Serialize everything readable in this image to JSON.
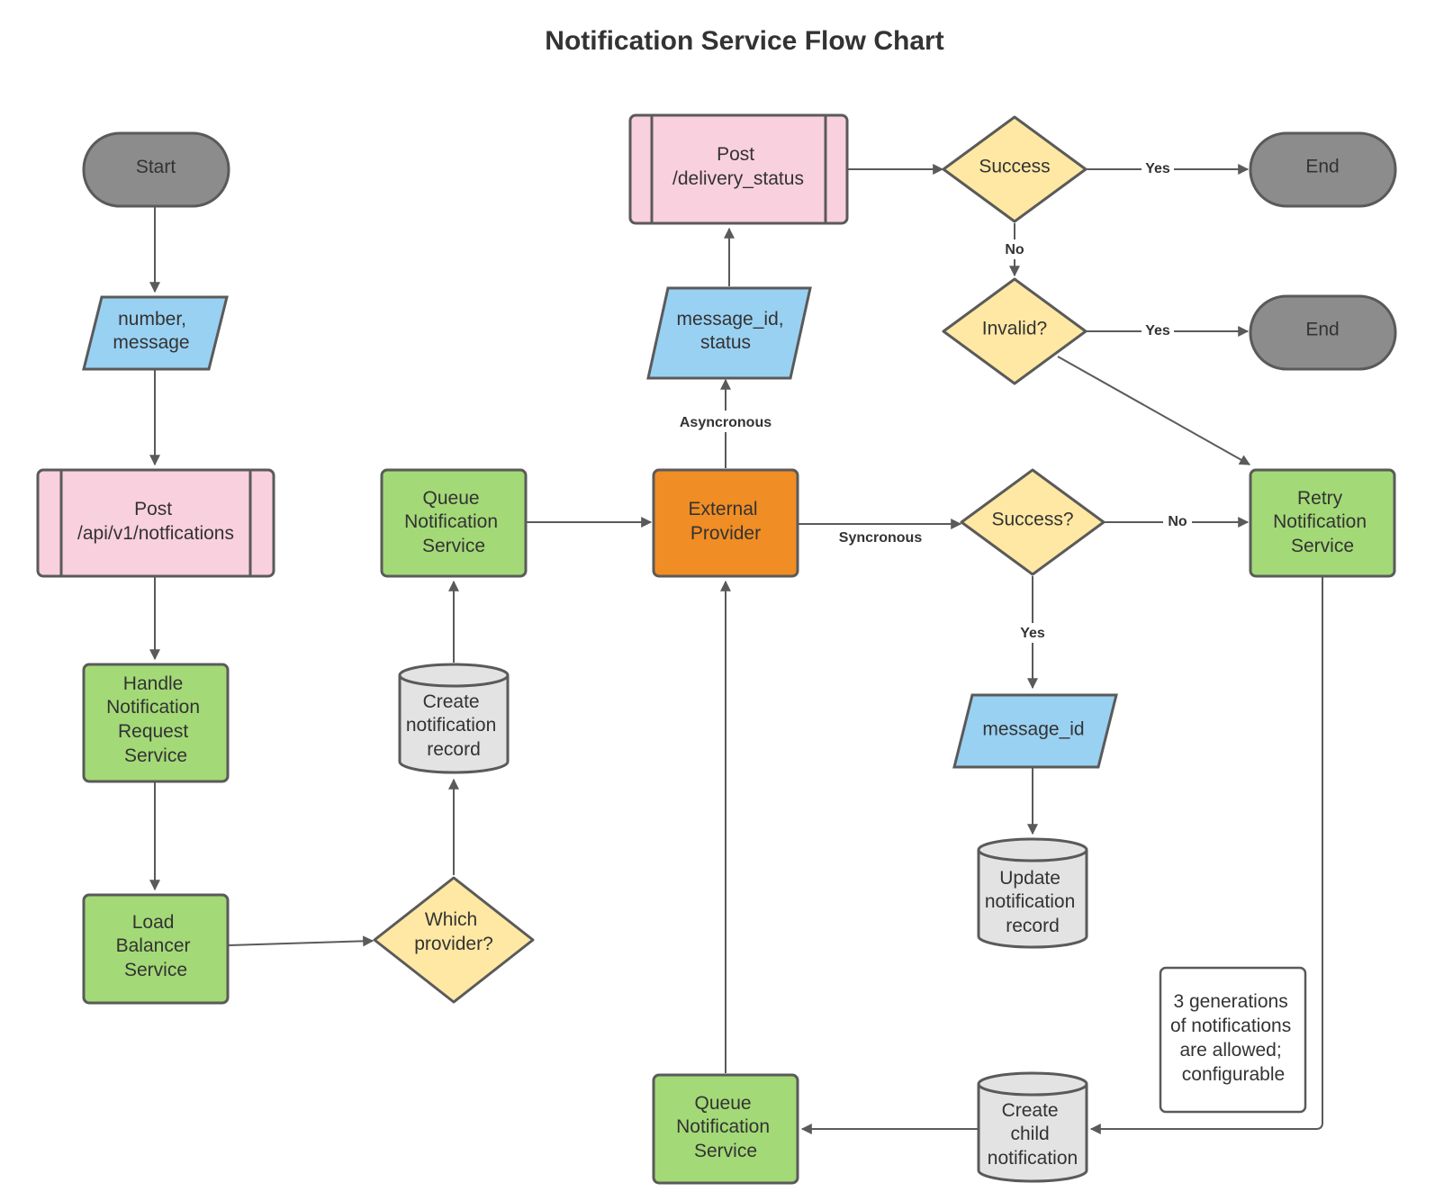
{
  "title": "Notification Service Flow Chart",
  "colors": {
    "terminal": "#8c8c8c",
    "io": "#99d1f2",
    "predefined": "#f9d0de",
    "process": "#a3d977",
    "decision": "#ffe8a3",
    "database": "#e3e3e3",
    "external": "#f08d24",
    "note": "#ffffff"
  },
  "nodes": {
    "start": {
      "label": [
        "Start"
      ]
    },
    "input_number_message": {
      "label": [
        "number,",
        "message"
      ]
    },
    "post_api": {
      "label": [
        "Post",
        "/api/v1/notfications"
      ]
    },
    "handle_request": {
      "label": [
        "Handle",
        "Notification",
        "Request",
        "Service"
      ]
    },
    "load_balancer": {
      "label": [
        "Load",
        "Balancer",
        "Service"
      ]
    },
    "which_provider": {
      "label": [
        "Which",
        "provider?"
      ]
    },
    "create_record": {
      "label": [
        "Create",
        "notification",
        "record"
      ]
    },
    "queue_top": {
      "label": [
        "Queue",
        "Notification",
        "Service"
      ]
    },
    "external_provider": {
      "label": [
        "External",
        "Provider"
      ]
    },
    "message_id_status": {
      "label": [
        "message_id,",
        "status"
      ]
    },
    "post_delivery": {
      "label": [
        "Post",
        "/delivery_status"
      ]
    },
    "success_top": {
      "label": [
        "Success"
      ]
    },
    "end_top": {
      "label": [
        "End"
      ]
    },
    "invalid": {
      "label": [
        "Invalid?"
      ]
    },
    "end_mid": {
      "label": [
        "End"
      ]
    },
    "success_sync": {
      "label": [
        "Success?"
      ]
    },
    "retry": {
      "label": [
        "Retry",
        "Notification",
        "Service"
      ]
    },
    "message_id": {
      "label": [
        "message_id"
      ]
    },
    "update_record": {
      "label": [
        "Update",
        "notification",
        "record"
      ]
    },
    "note_generations": {
      "label": [
        "3 generations",
        "of notifications",
        "are allowed;",
        "configurable"
      ]
    },
    "create_child": {
      "label": [
        "Create",
        "child",
        "notification"
      ]
    },
    "queue_bottom": {
      "label": [
        "Queue",
        "Notification",
        "Service"
      ]
    }
  },
  "edge_labels": {
    "asyncronous": "Asyncronous",
    "syncronous": "Syncronous",
    "yes_top": "Yes",
    "no_top": "No",
    "yes_mid": "Yes",
    "no_sync": "No",
    "yes_sync": "Yes"
  }
}
